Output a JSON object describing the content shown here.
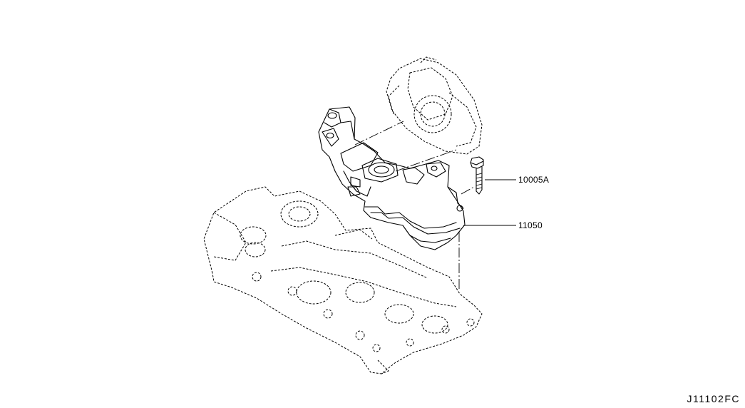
{
  "callouts": [
    {
      "id": "bolt",
      "label": "10005A"
    },
    {
      "id": "cover",
      "label": "11050"
    }
  ],
  "diagram_id": "J11102FC",
  "colors": {
    "ink": "#000000",
    "background": "#ffffff"
  }
}
